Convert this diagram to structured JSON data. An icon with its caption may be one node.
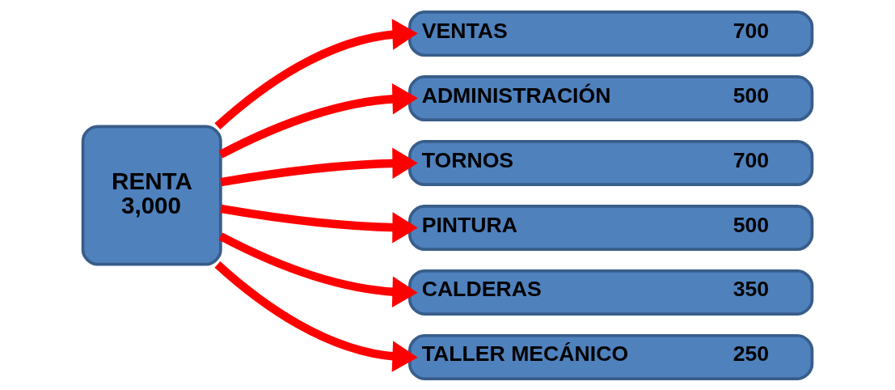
{
  "diagram": {
    "nodes": [
      {
        "text": [
          "RENTA",
          "3,000"
        ]
      },
      {
        "text": [
          "VENTAS",
          "700"
        ]
      },
      {
        "text": [
          "ADMINISTRACIÓN",
          "500"
        ]
      },
      {
        "text": [
          "TORNOS",
          "700"
        ]
      },
      {
        "text": [
          "PINTURA",
          "500"
        ]
      },
      {
        "text": [
          "CALDERAS",
          "350"
        ]
      },
      {
        "text": [
          "TALLER MECÁNICO",
          "250"
        ]
      }
    ],
    "edges": [
      {
        "from": 0,
        "to": 1,
        "arrow": "to"
      },
      {
        "from": 0,
        "to": 2,
        "arrow": "to"
      },
      {
        "from": 0,
        "to": 3,
        "arrow": "to"
      },
      {
        "from": 0,
        "to": 4,
        "arrow": "to"
      },
      {
        "from": 0,
        "to": 5,
        "arrow": "to"
      },
      {
        "from": 0,
        "to": 6,
        "arrow": "to"
      }
    ]
  }
}
